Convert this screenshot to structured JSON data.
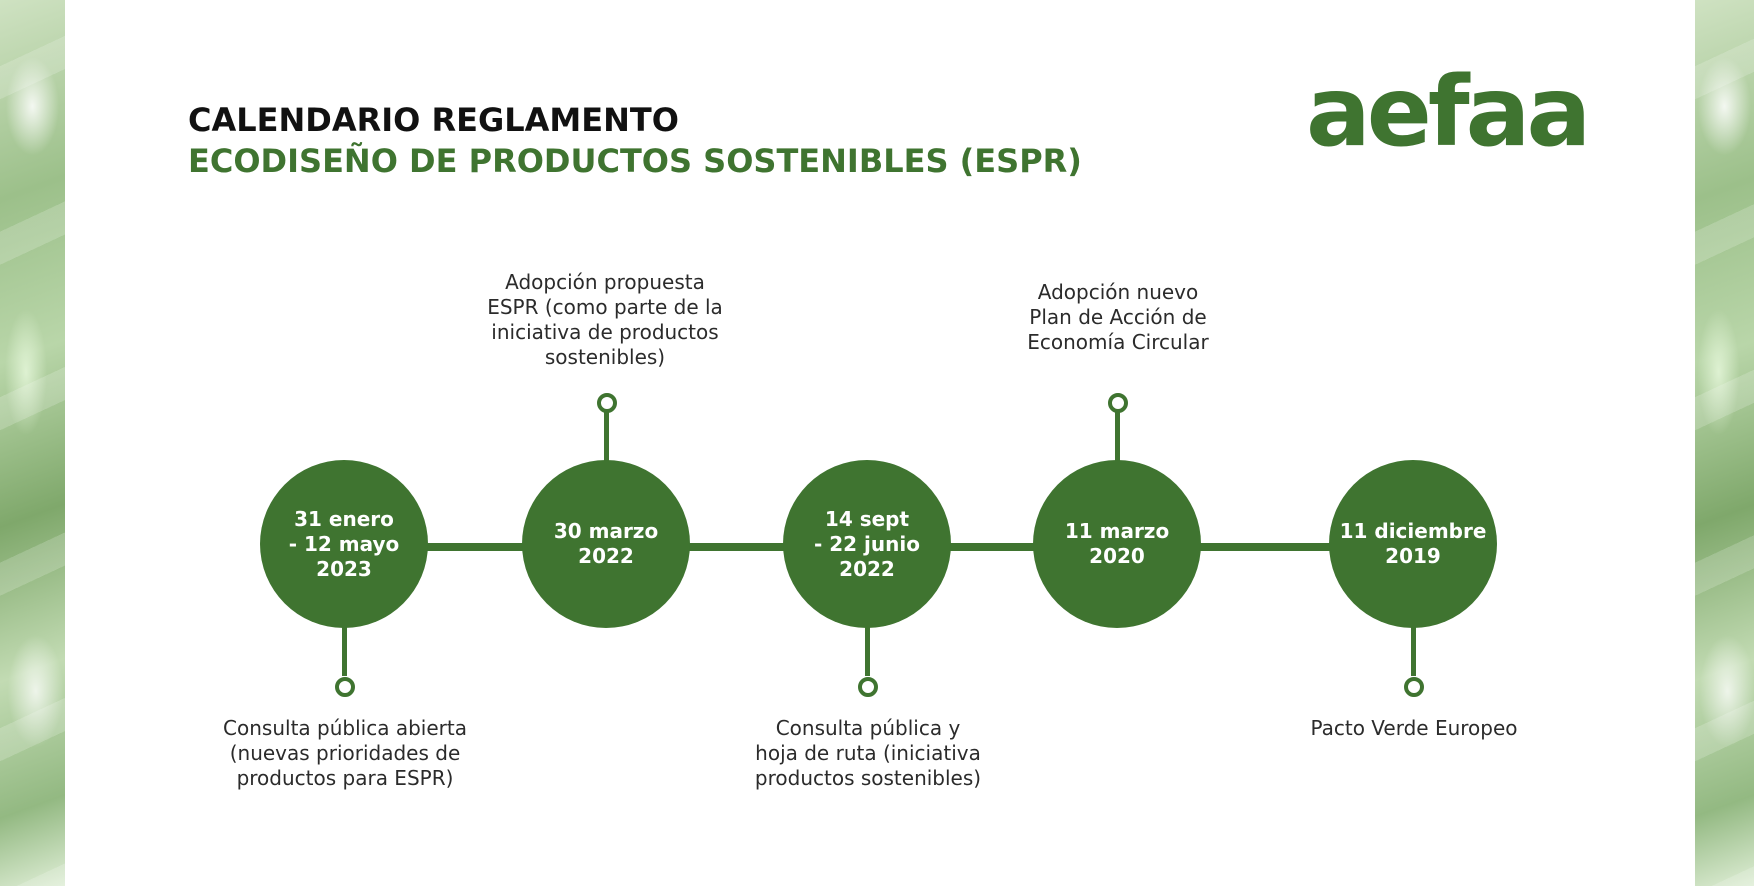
{
  "header": {
    "title_line1": "CALENDARIO REGLAMENTO",
    "title_line2": "ECODISEÑO DE PRODUCTOS SOSTENIBLES (ESPR)",
    "logo_text": "aefaa"
  },
  "colors": {
    "brand_green": "#3f7430",
    "title_black": "#111111",
    "text_gray": "#2b2b2b",
    "background": "#ffffff"
  },
  "timeline": [
    {
      "date": "31 enero\n- 12 mayo\n2023",
      "label_position": "below",
      "description": "Consulta pública abierta\n(nuevas prioridades de\nproductos para ESPR)"
    },
    {
      "date": "30 marzo\n2022",
      "label_position": "above",
      "description": "Adopción propuesta\nESPR (como parte de la\niniciativa de productos\nsostenibles)"
    },
    {
      "date": "14 sept\n- 22 junio\n2022",
      "label_position": "below",
      "description": "Consulta pública y\nhoja de ruta (iniciativa\nproductos sostenibles)"
    },
    {
      "date": "11 marzo\n2020",
      "label_position": "above",
      "description": "Adopción nuevo\nPlan de Acción de\nEconomía Circular"
    },
    {
      "date": "11 diciembre\n2019",
      "label_position": "below",
      "description": "Pacto Verde Europeo"
    }
  ]
}
